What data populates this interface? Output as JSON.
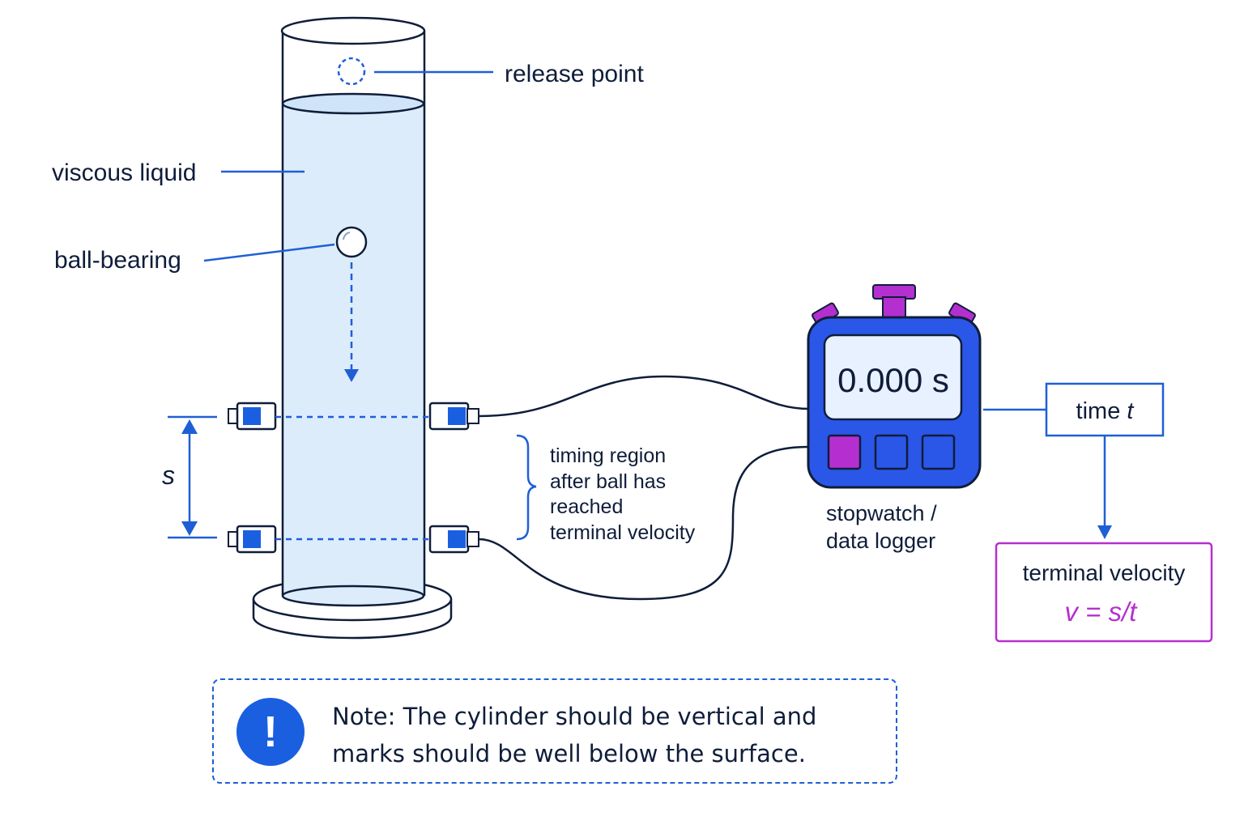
{
  "labels": {
    "release_point": "release point",
    "viscous_liquid": "viscous liquid",
    "ball_bearing": "ball-bearing",
    "distance_symbol": "s",
    "timing_region": [
      "timing region",
      "after ball has",
      "reached",
      "terminal velocity"
    ],
    "stopwatch": [
      "stopwatch /",
      "data logger"
    ],
    "display": "0.000 s",
    "time_label": "time ",
    "time_symbol": "t",
    "terminal_velocity": "terminal velocity",
    "formula": "v = s/t"
  },
  "note": {
    "icon": "exclamation-icon",
    "text": "Note: The cylinder should be vertical and marks should be well below the surface."
  },
  "colors": {
    "accent_blue": "#1f5fd6",
    "ink": "#0f1d3a",
    "liquid": "#dcecfb",
    "stopwatch_body": "#2a57e8",
    "magenta": "#b52fd0"
  }
}
